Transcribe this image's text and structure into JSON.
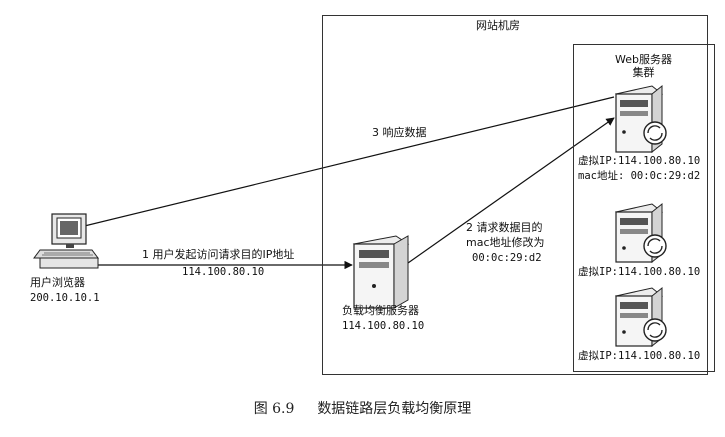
{
  "datacenter": {
    "title": "网站机房"
  },
  "cluster": {
    "title_line1": "Web服务器",
    "title_line2": "集群"
  },
  "client": {
    "label": "用户浏览器",
    "ip": "200.10.10.1"
  },
  "load_balancer": {
    "label": "负载均衡服务器",
    "ip": "114.100.80.10"
  },
  "web_servers": [
    {
      "ip_label": "虚拟IP:114.100.80.10",
      "mac_label": "mac地址: 00:0c:29:d2",
      "icon": "server-icon"
    },
    {
      "ip_label": "虚拟IP:114.100.80.10",
      "icon": "server-icon"
    },
    {
      "ip_label": "虚拟IP:114.100.80.10",
      "icon": "server-icon"
    }
  ],
  "steps": {
    "step1": {
      "line1": "1 用户发起访问请求目的IP地址",
      "line2": "114.100.80.10"
    },
    "step2": {
      "line1": "2 请求数据目的",
      "line2": "mac地址修改为",
      "line3": "00:0c:29:d2"
    },
    "step3": {
      "line1": "3 响应数据"
    }
  },
  "caption": {
    "figure_no": "图 6.9",
    "text": "数据链路层负载均衡原理"
  }
}
